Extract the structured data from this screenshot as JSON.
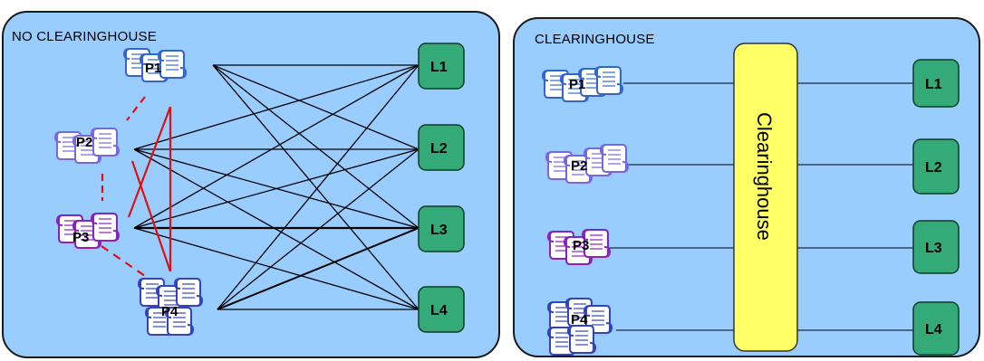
{
  "left_panel": {
    "title": "NO CLEARINGHOUSE",
    "participants": [
      "P1",
      "P2",
      "P3",
      "P4"
    ],
    "locations": [
      "L1",
      "L2",
      "L3",
      "L4"
    ]
  },
  "right_panel": {
    "title": "CLEARINGHOUSE",
    "participants": [
      "P1",
      "P2",
      "P3",
      "P4"
    ],
    "locations": [
      "L1",
      "L2",
      "L3",
      "L4"
    ],
    "hub_label": "Clearinghouse"
  },
  "colors": {
    "panel_fill": "#99ccff",
    "location_box": "#33aa77",
    "hub_fill": "#ffff66",
    "p1": "#3366cc",
    "p2": "#7766dd",
    "p3": "#8822bb",
    "p4": "#3344bb",
    "direct_link": "#000000",
    "peer_link": "#dd1111"
  },
  "icons": {
    "participant": "scroll-stack-icon"
  }
}
